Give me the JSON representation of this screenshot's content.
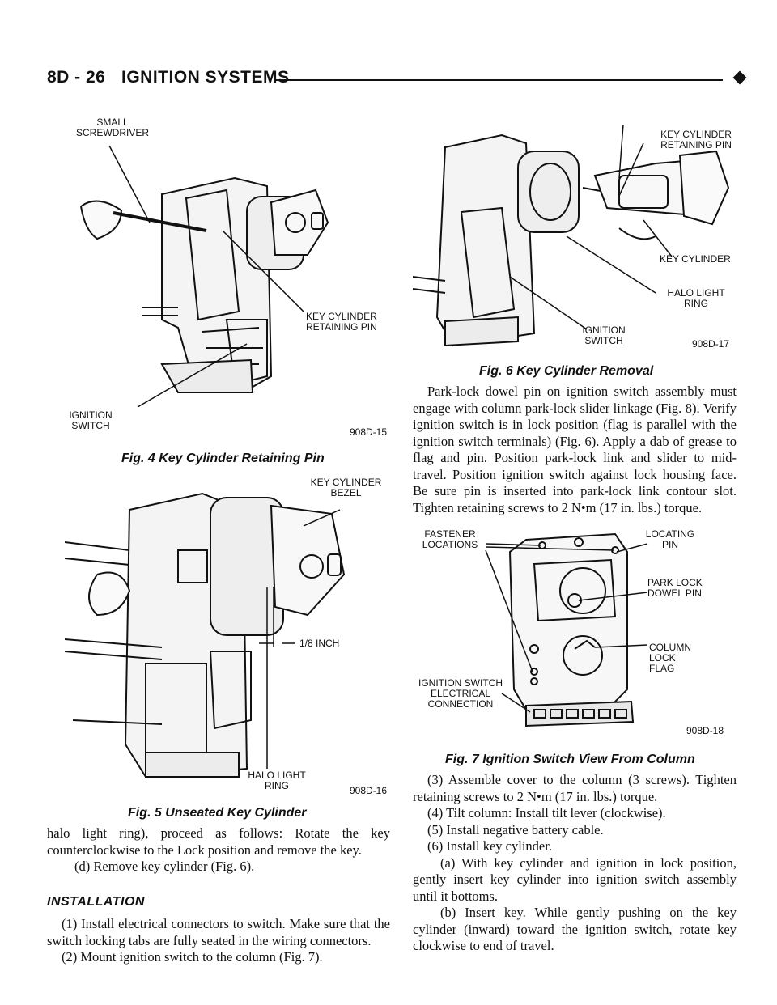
{
  "header": {
    "section": "8D - 26",
    "title": "IGNITION SYSTEMS"
  },
  "figures": {
    "fig4": {
      "labels": {
        "small_screwdriver": "SMALL SCREWDRIVER",
        "key_cylinder_retaining_pin": "KEY CYLINDER RETAINING PIN",
        "ignition_switch": "IGNITION SWITCH"
      },
      "code": "908D-15",
      "caption": "Fig. 4 Key Cylinder Retaining Pin"
    },
    "fig5": {
      "labels": {
        "key_cylinder_bezel": "KEY CYLINDER BEZEL",
        "eighth_inch": "1/8 INCH",
        "halo_light_ring": "HALO LIGHT RING"
      },
      "code": "908D-16",
      "caption": "Fig. 5 Unseated Key Cylinder"
    },
    "fig6": {
      "labels": {
        "key_cylinder_retaining_pin": "KEY CYLINDER RETAINING PIN",
        "key_cylinder": "KEY CYLINDER",
        "halo_light_ring": "HALO LIGHT RING",
        "ignition_switch": "IGNITION SWITCH"
      },
      "code": "908D-17",
      "caption": "Fig. 6 Key Cylinder Removal"
    },
    "fig7": {
      "labels": {
        "fastener_locations": "FASTENER LOCATIONS",
        "locating_pin": "LOCATING PIN",
        "park_lock_dowel_pin": "PARK LOCK DOWEL PIN",
        "column_lock_flag": "COLUMN LOCK FLAG",
        "ignition_switch_electrical_connection": "IGNITION SWITCH ELECTRICAL CONNECTION"
      },
      "code": "908D-18",
      "caption": "Fig. 7 Ignition Switch View From Column"
    }
  },
  "left_text": {
    "p1": "halo light ring), proceed as follows: Rotate the key counterclockwise to the Lock position and remove the key.",
    "p2": "(d) Remove key cylinder (Fig. 6).",
    "installation_heading": "INSTALLATION",
    "p3": "(1) Install electrical connectors to switch. Make sure that the switch locking tabs are fully seated in the wiring connectors.",
    "p4": "(2) Mount ignition switch to the column (Fig. 7)."
  },
  "right_text": {
    "p1": "Park-lock dowel pin on ignition switch assembly must engage with column park-lock slider linkage (Fig. 8). Verify ignition switch is in lock position (flag is parallel with the ignition switch terminals) (Fig. 6). Apply a dab of grease to flag and pin. Position park-lock link and slider to mid-travel. Position ignition switch against lock housing face. Be sure pin is inserted into park-lock link contour slot. Tighten retaining screws to 2 N•m (17 in. lbs.) torque.",
    "p2": "(3) Assemble cover to the column (3 screws). Tighten retaining screws to 2 N•m (17 in. lbs.) torque.",
    "p3": "(4) Tilt column: Install tilt lever (clockwise).",
    "p4": "(5) Install negative battery cable.",
    "p5": "(6) Install key cylinder.",
    "p6": "(a) With key cylinder and ignition in lock position, gently insert key cylinder into ignition switch assembly until it bottoms.",
    "p7": "(b) Insert key. While gently pushing on the key cylinder (inward) toward the ignition switch, rotate key clockwise to end of travel."
  }
}
